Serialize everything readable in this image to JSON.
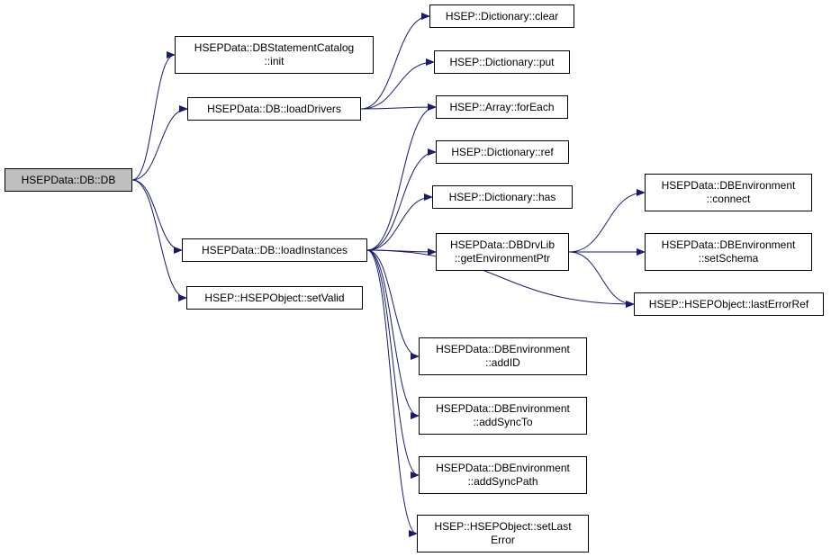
{
  "colors": {
    "edge": "#191970",
    "root_fill": "#bfbfbf",
    "node_fill": "#ffffff",
    "border": "#000000"
  },
  "nodes": {
    "db_constructor": {
      "lines": [
        "HSEPData::DB::DB"
      ],
      "root": true
    },
    "statement_catalog_init": {
      "lines": [
        "HSEPData::DBStatementCatalog",
        "::init"
      ]
    },
    "load_drivers": {
      "lines": [
        "HSEPData::DB::loadDrivers"
      ]
    },
    "load_instances": {
      "lines": [
        "HSEPData::DB::loadInstances"
      ]
    },
    "set_valid": {
      "lines": [
        "HSEP::HSEPObject::setValid"
      ]
    },
    "dictionary_clear": {
      "lines": [
        "HSEP::Dictionary::clear"
      ]
    },
    "dictionary_put": {
      "lines": [
        "HSEP::Dictionary::put"
      ]
    },
    "array_foreach": {
      "lines": [
        "HSEP::Array::forEach"
      ]
    },
    "dictionary_ref": {
      "lines": [
        "HSEP::Dictionary::ref"
      ]
    },
    "dictionary_has": {
      "lines": [
        "HSEP::Dictionary::has"
      ]
    },
    "get_environment_ptr": {
      "lines": [
        "HSEPData::DBDrvLib",
        "::getEnvironmentPtr"
      ]
    },
    "env_connect": {
      "lines": [
        "HSEPData::DBEnvironment",
        "::connect"
      ]
    },
    "env_set_schema": {
      "lines": [
        "HSEPData::DBEnvironment",
        "::setSchema"
      ]
    },
    "last_error_ref": {
      "lines": [
        "HSEP::HSEPObject::lastErrorRef"
      ]
    },
    "env_add_id": {
      "lines": [
        "HSEPData::DBEnvironment",
        "::addID"
      ]
    },
    "env_add_sync_to": {
      "lines": [
        "HSEPData::DBEnvironment",
        "::addSyncTo"
      ]
    },
    "env_add_sync_path": {
      "lines": [
        "HSEPData::DBEnvironment",
        "::addSyncPath"
      ]
    },
    "set_last_error": {
      "lines": [
        "HSEP::HSEPObject::setLast",
        "Error"
      ]
    }
  },
  "edges": [
    {
      "from": "db_constructor",
      "to": "statement_catalog_init"
    },
    {
      "from": "db_constructor",
      "to": "load_drivers"
    },
    {
      "from": "db_constructor",
      "to": "load_instances"
    },
    {
      "from": "db_constructor",
      "to": "set_valid"
    },
    {
      "from": "load_drivers",
      "to": "dictionary_clear"
    },
    {
      "from": "load_drivers",
      "to": "dictionary_put"
    },
    {
      "from": "load_drivers",
      "to": "array_foreach"
    },
    {
      "from": "load_instances",
      "to": "array_foreach"
    },
    {
      "from": "load_instances",
      "to": "dictionary_ref"
    },
    {
      "from": "load_instances",
      "to": "dictionary_has"
    },
    {
      "from": "load_instances",
      "to": "get_environment_ptr"
    },
    {
      "from": "load_instances",
      "to": "last_error_ref"
    },
    {
      "from": "load_instances",
      "to": "env_add_id"
    },
    {
      "from": "load_instances",
      "to": "env_add_sync_to"
    },
    {
      "from": "load_instances",
      "to": "env_add_sync_path"
    },
    {
      "from": "load_instances",
      "to": "set_last_error"
    },
    {
      "from": "get_environment_ptr",
      "to": "env_connect"
    },
    {
      "from": "get_environment_ptr",
      "to": "env_set_schema"
    },
    {
      "from": "get_environment_ptr",
      "to": "last_error_ref"
    }
  ]
}
